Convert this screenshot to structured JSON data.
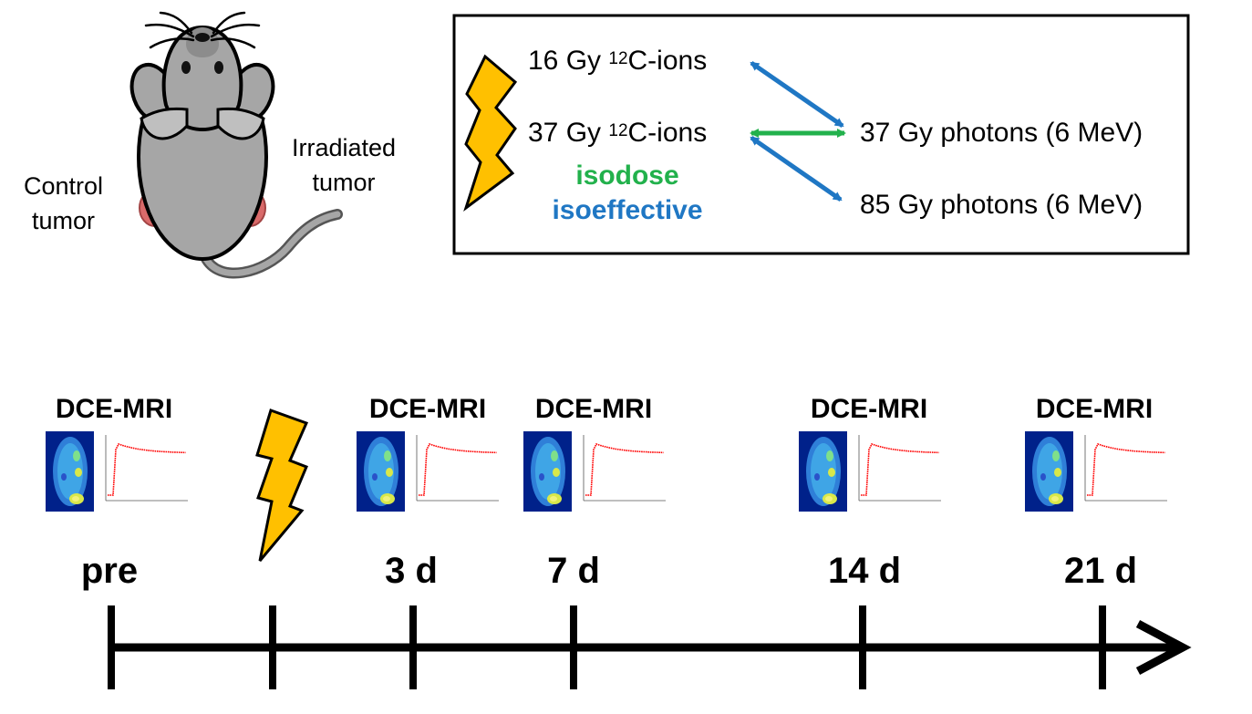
{
  "mouse": {
    "control_label": "Control\ntumor",
    "irradiated_label": "Irradiated\ntumor"
  },
  "treatments": {
    "carbon_16": {
      "prefix": "16 Gy ",
      "sup": "12",
      "suffix": "C-ions"
    },
    "carbon_37": {
      "prefix": "37 Gy ",
      "sup": "12",
      "suffix": "C-ions"
    },
    "isodose_label": "isodose",
    "isoeffective_label": "isoeffective",
    "photons_37": "37 Gy photons (6 MeV)",
    "photons_85": "85 Gy photons (6 MeV)"
  },
  "timeline": {
    "modality": "DCE-MRI",
    "points": [
      {
        "label": "pre",
        "imaging": true
      },
      {
        "label": "",
        "irradiation": true
      },
      {
        "label": "3 d",
        "imaging": true
      },
      {
        "label": "7 d",
        "imaging": true
      },
      {
        "label": "14 d",
        "imaging": true
      },
      {
        "label": "21 d",
        "imaging": true
      }
    ]
  },
  "colors": {
    "isodose": "#22b14c",
    "isoeffective": "#1f77c4",
    "lightning_fill": "#ffc000",
    "axis": "#000000",
    "curve": "#ff0000",
    "mri_background": "#00218a",
    "tumor_skin": "#d96a6a"
  }
}
